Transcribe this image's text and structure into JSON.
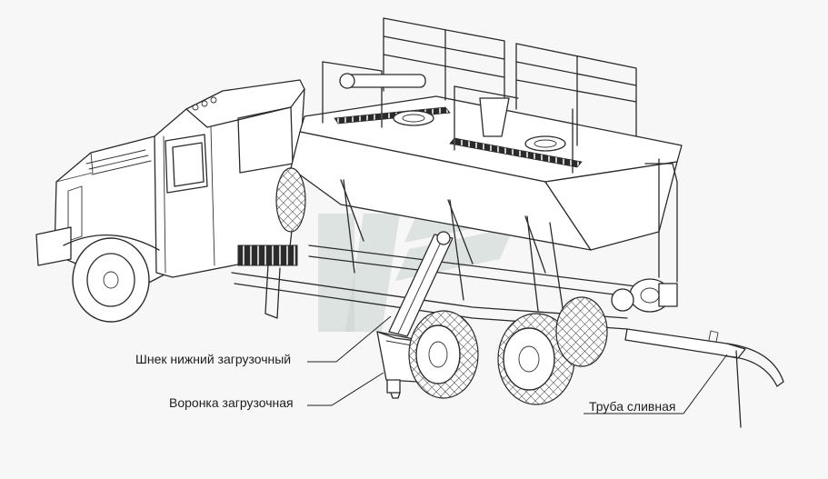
{
  "callouts": {
    "auger": "Шнек нижний загрузочный",
    "hopper": "Воронка загрузочная",
    "pipe": "Труба сливная"
  },
  "colors": {
    "background": "#f7f7f7",
    "line": "#2a2a2a",
    "watermark": "#c9d3cf"
  }
}
